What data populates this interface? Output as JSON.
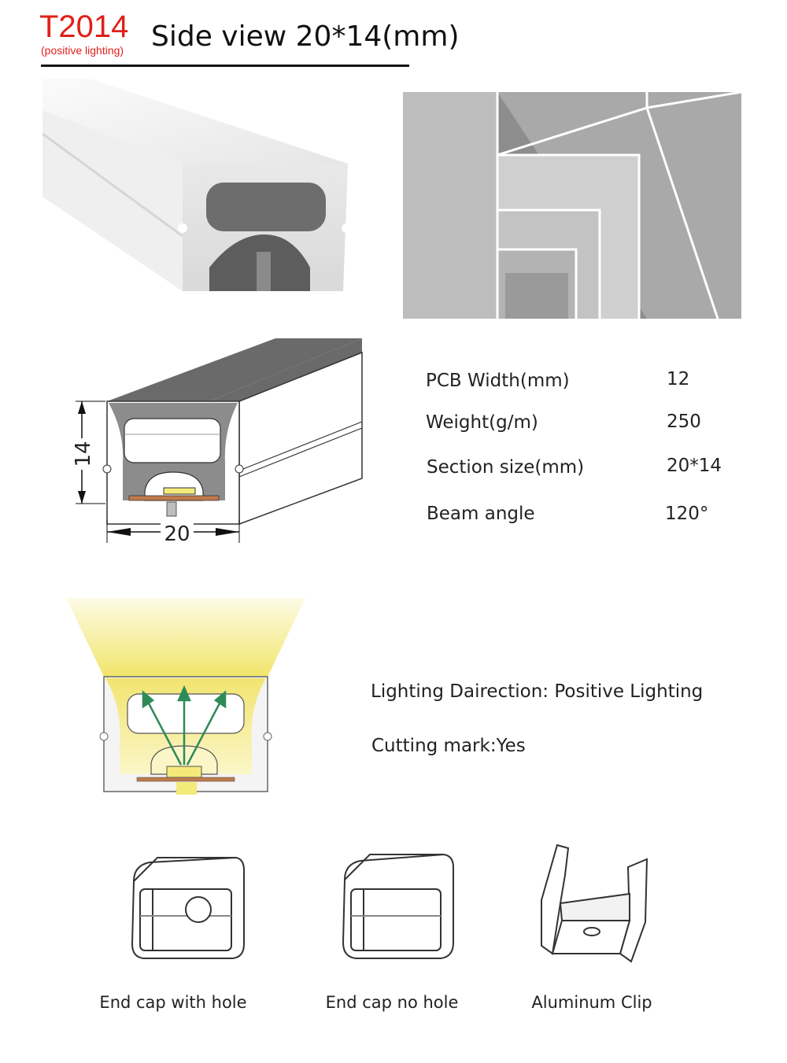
{
  "header": {
    "model": "T2014",
    "model_sub": "(positive lighting)",
    "title": "Side view 20*14(mm)"
  },
  "dimensions": {
    "height_label": "14",
    "width_label": "20"
  },
  "specs": [
    {
      "label": "PCB Width(mm)",
      "value": "12"
    },
    {
      "label": "Weight(g/m)",
      "value": "250"
    },
    {
      "label": "Section size(mm)",
      "value": "20*14"
    },
    {
      "label": "Beam angle",
      "value": "120°"
    }
  ],
  "lighting": {
    "direction": "Lighting Dairection: Positive Lighting",
    "cutting": "Cutting mark:Yes"
  },
  "accessories": [
    {
      "label": "End cap with hole"
    },
    {
      "label": "End cap no hole"
    },
    {
      "label": "Aluminum Clip"
    }
  ],
  "colors": {
    "accent_red": "#e0201a",
    "glow_yellow": "#f3ea7a",
    "arrow_green": "#2e8b57",
    "pcb_copper": "#c07a4a"
  }
}
